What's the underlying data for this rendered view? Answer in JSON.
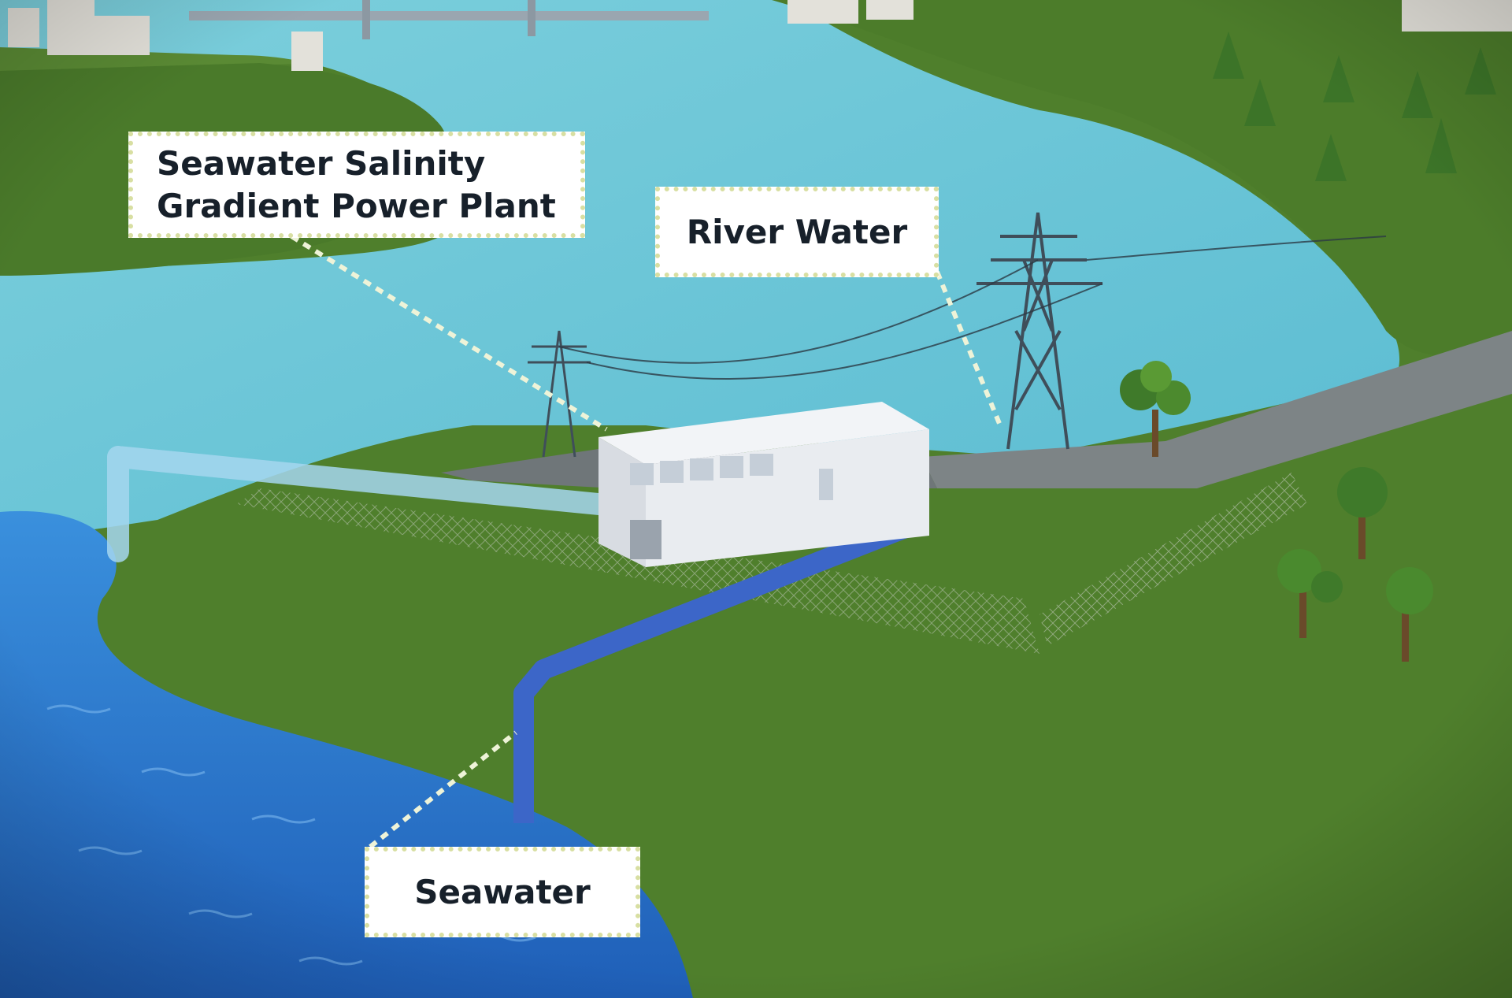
{
  "labels": {
    "power_plant_line1": "Seawater Salinity",
    "power_plant_line2": "Gradient Power Plant",
    "river_water": "River Water",
    "seawater": "Seawater"
  },
  "colors": {
    "river": "#6ec6d6",
    "sea": "#2f7fd8",
    "grass": "#4f7f2c",
    "callout_border": "#d8dfa2",
    "callout_text": "#17202a",
    "leader_line": "#eef3d8"
  }
}
